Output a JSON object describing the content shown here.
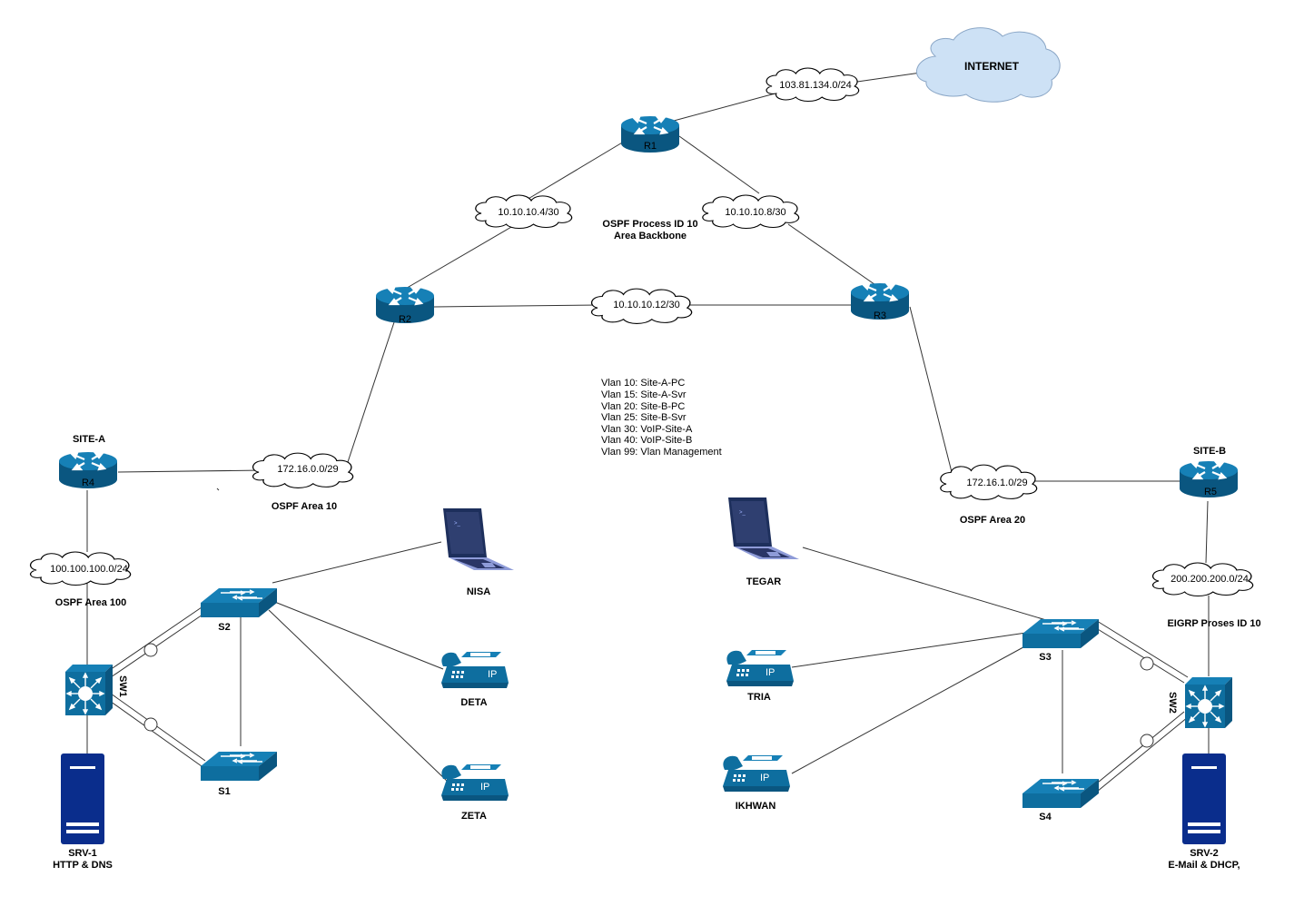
{
  "internet": {
    "label": "INTERNET"
  },
  "routers": {
    "r1": "R1",
    "r2": "R2",
    "r3": "R3",
    "r4": "R4",
    "r5": "R5"
  },
  "networks": {
    "wan": "103.81.134.0/24",
    "r1_r2": "10.10.10.4/30",
    "r1_r3": "10.10.10.8/30",
    "r2_r3": "10.10.10.12/30",
    "r2_r4": "172.16.0.0/29",
    "r3_r5": "172.16.1.0/29",
    "site_a_lan": "100.100.100.0/24",
    "site_b_lan": "200.200.200.0/24"
  },
  "areas": {
    "backbone_line1": "OSPF Process ID 10",
    "backbone_line2": "Area Backbone",
    "area10": "OSPF Area 10",
    "area20": "OSPF Area 20",
    "area100": "OSPF Area 100",
    "eigrp": "EIGRP Proses ID 10"
  },
  "sites": {
    "a": "SITE-A",
    "b": "SITE-B"
  },
  "vlans": [
    "Vlan 10: Site-A-PC",
    "Vlan 15: Site-A-Svr",
    "Vlan 20: Site-B-PC",
    "Vlan 25: Site-B-Svr",
    "Vlan 30: VoIP-Site-A",
    "Vlan 40: VoIP-Site-B",
    "Vlan 99: Vlan Management"
  ],
  "switches": {
    "sw1": "SW1",
    "sw2": "SW2",
    "s1": "S1",
    "s2": "S2",
    "s3": "S3",
    "s4": "S4"
  },
  "hosts": {
    "nisa": "NISA",
    "deta": "DETA",
    "zeta": "ZETA",
    "tegar": "TEGAR",
    "tria": "TRIA",
    "ikhwan": "IKHWAN"
  },
  "servers": {
    "srv1_name": "SRV-1",
    "srv1_role": "HTTP & DNS",
    "srv2_name": "SRV-2",
    "srv2_role": "E-Mail & DHCP,"
  },
  "ip_phone_text": "IP",
  "colors": {
    "device": "#0e6e9f",
    "internet_cloud": "#cde1f5",
    "laptop": "#3a7fc1"
  }
}
